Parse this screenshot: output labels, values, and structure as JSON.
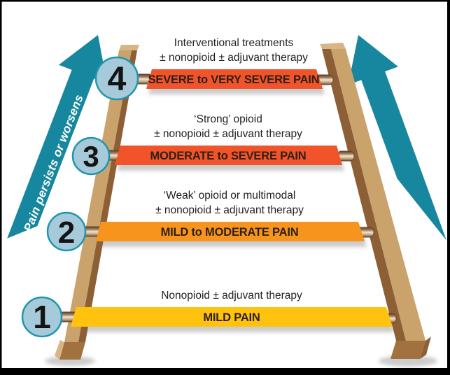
{
  "palette": {
    "teal": "#16879E",
    "circle_fill": "#A6CADA",
    "circle_border": "#1F96AD",
    "wood_light": "#C9A26C",
    "wood_dark": "#8D5F35",
    "wood_cap": "#D9B586",
    "wood_foot": "#A1713F",
    "background": "#FFFFFF",
    "frame": "#000000"
  },
  "left_arrow": {
    "label": "Pain persists or worsens"
  },
  "ladder": {
    "steps": [
      {
        "number": "1",
        "treatment_line1": "Nonopioid ± adjuvant therapy",
        "pain_label": "MILD PAIN",
        "bar_color": "#FFC20E"
      },
      {
        "number": "2",
        "treatment_line1": "‘Weak’ opioid or multimodal",
        "treatment_line2": "± nonopioid ± adjuvant therapy",
        "pain_label": "MILD to MODERATE PAIN",
        "bar_color": "#F7941E"
      },
      {
        "number": "3",
        "treatment_line1": "‘Strong’ opioid",
        "treatment_line2": "± nonopioid ± adjuvant therapy",
        "pain_label": "MODERATE to SEVERE PAIN",
        "bar_color": "#F1542B"
      },
      {
        "number": "4",
        "treatment_line1": "Interventional treatments",
        "treatment_line2": "± nonopioid ± adjuvant therapy",
        "pain_label": "SEVERE to VERY SEVERE PAIN",
        "bar_color": "#F1542B"
      }
    ]
  }
}
